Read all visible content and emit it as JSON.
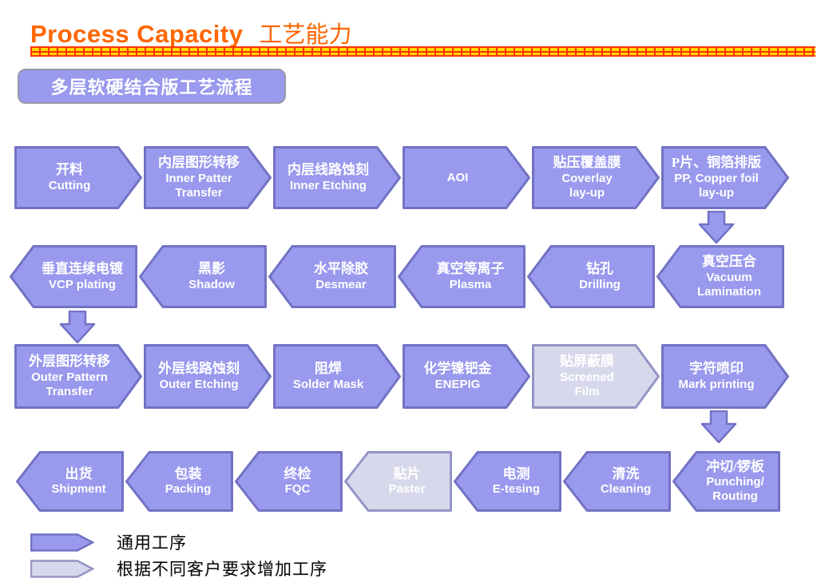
{
  "header": {
    "title_en": "Process Capacity",
    "title_zh": "工艺能力",
    "flow_title": "多层软硬结合版工艺流程"
  },
  "flow": {
    "rows": [
      {
        "direction": "right",
        "steps": [
          {
            "zh": "开料",
            "en": "Cutting"
          },
          {
            "zh": "内层图形转移",
            "en": "Inner Patter\nTransfer"
          },
          {
            "zh": "内层线路蚀刻",
            "en": "Inner Etching"
          },
          {
            "zh": "",
            "en": "AOI"
          },
          {
            "zh": "贴压覆盖膜",
            "en": "Coverlay\nlay-up"
          },
          {
            "zh": "P片、铜箔排版",
            "en": "PP, Copper foil\nlay-up"
          }
        ]
      },
      {
        "direction": "left",
        "steps": [
          {
            "zh": "垂直连续电镀",
            "en": "VCP plating"
          },
          {
            "zh": "黑影",
            "en": "Shadow"
          },
          {
            "zh": "水平除胶",
            "en": "Desmear"
          },
          {
            "zh": "真空等离子",
            "en": "Plasma"
          },
          {
            "zh": "钻孔",
            "en": "Drilling"
          },
          {
            "zh": "真空压合",
            "en": "Vacuum\nLamination"
          }
        ]
      },
      {
        "direction": "right",
        "steps": [
          {
            "zh": "外层图形转移",
            "en": "Outer Pattern\nTransfer"
          },
          {
            "zh": "外层线路蚀刻",
            "en": "Outer Etching"
          },
          {
            "zh": "阻焊",
            "en": "Solder Mask"
          },
          {
            "zh": "化学镍钯金",
            "en": "ENEPIG"
          },
          {
            "zh": "贴屏蔽膜",
            "en": "Screened\nFilm",
            "variant": "optional"
          },
          {
            "zh": "字符喷印",
            "en": "Mark printing"
          }
        ]
      },
      {
        "direction": "left",
        "steps": [
          {
            "zh": "出货",
            "en": "Shipment"
          },
          {
            "zh": "包装",
            "en": "Packing"
          },
          {
            "zh": "终检",
            "en": "FQC"
          },
          {
            "zh": "贴片",
            "en": "Paster",
            "variant": "optional"
          },
          {
            "zh": "电测",
            "en": "E-tesing"
          },
          {
            "zh": "清洗",
            "en": "Cleaning"
          },
          {
            "zh": "冲切/锣板",
            "en": "Punching/\nRouting"
          }
        ]
      }
    ],
    "connectors": [
      {
        "name": "down-arrow-after-row-1",
        "position": "right"
      },
      {
        "name": "down-arrow-after-row-2",
        "position": "left"
      },
      {
        "name": "down-arrow-after-row-3",
        "position": "right"
      }
    ]
  },
  "legend": {
    "items": [
      {
        "variant": "standard",
        "label": "通用工序"
      },
      {
        "variant": "optional",
        "label": "根据不同客户要求增加工序"
      }
    ]
  },
  "colors": {
    "accent_orange": "#FF6600",
    "rule_yellow": "#FFD800",
    "rule_red": "#FF3300",
    "shape_fill": "#9999EE",
    "shape_border": "#7272C4",
    "shape_fill_light": "#D8D8EC",
    "shape_border_light": "#9494C6",
    "text_on_shape": "#FFFFFF",
    "legend_text": "#000000",
    "badge_border": "#9898A8"
  }
}
